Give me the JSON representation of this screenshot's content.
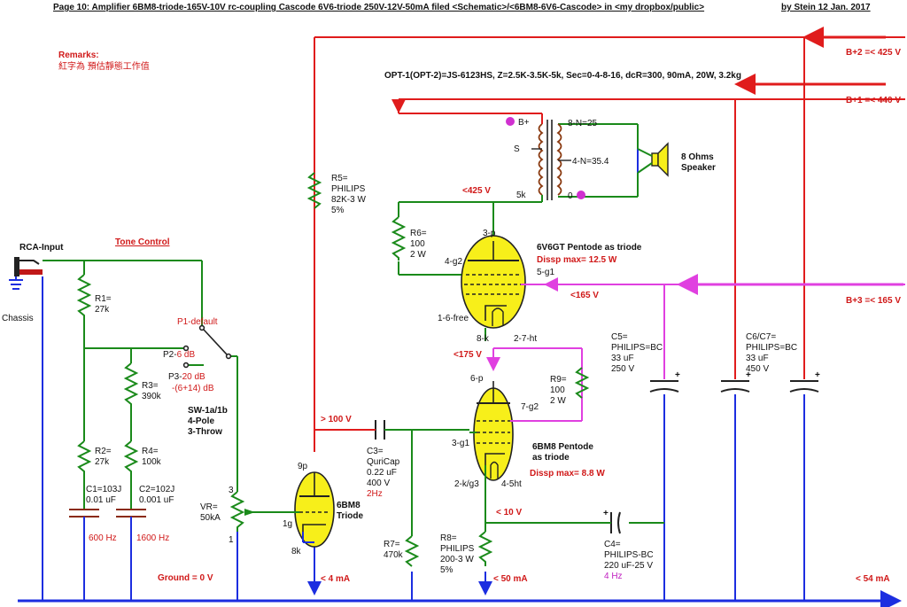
{
  "header": {
    "title": "Page 10: Amplifier 6BM8-triode-165V-10V rc-coupling Cascode 6V6-triode 250V-12V-50mA   filed <Schematic>/<6BM8-6V6-Cascode> in <my dropbox/public>",
    "author": "by Stein   12 Jan.  2017"
  },
  "remarks": {
    "title": "Remarks:",
    "text": "紅字為 預估靜態工作值"
  },
  "supplies": {
    "b2": "B+2 =< 425 V",
    "b1": "B+1 =< 440 V",
    "b3": "B+3 =< 165 V"
  },
  "opt": {
    "spec": "OPT-1(OPT-2)=JS-6123HS, Z=2.5K-3.5K-5k, Sec=0-4-8-16, dcR=300, 90mA, 20W, 3.2kg",
    "b_plus": "B+",
    "s": "S",
    "five_k": "5k",
    "n8": "8-N=25",
    "n4": "4-N=35.4",
    "zero": "0"
  },
  "speaker": {
    "line1": "8 Ohms",
    "line2": "Speaker"
  },
  "input": {
    "rca": "RCA-Input",
    "chassis": "Chassis"
  },
  "tone": {
    "title": "Tone Control",
    "p1": "P1-",
    "p1v": "default",
    "p2": "P2-",
    "p2v": "6 dB",
    "p3": "P3-",
    "p3v": "20 dB",
    "p3v2": "-(6+14) dB",
    "sw1": "SW-1a/1b",
    "sw2": "4-Pole",
    "sw3": "3-Throw"
  },
  "components": {
    "r1a": "R1=",
    "r1b": "27k",
    "r2a": "R2=",
    "r2b": "27k",
    "r3a": "R3=",
    "r3b": "390k",
    "r4a": "R4=",
    "r4b": "100k",
    "c1a": "C1=103J",
    "c1b": "0.01 uF",
    "c1f": "600 Hz",
    "c2a": "C2=102J",
    "c2b": "0.001 uF",
    "c2f": "1600 Hz",
    "vra": "VR=",
    "vrb": "50kA",
    "vr3": "3",
    "vr1": "1",
    "r5a": "R5=",
    "r5b": "PHILIPS",
    "r5c": "82K-3 W",
    "r5d": "5%",
    "r6a": "R6=",
    "r6b": "100",
    "r6c": "2 W",
    "r7a": "R7=",
    "r7b": "470k",
    "r8a": "R8=",
    "r8b": "PHILIPS",
    "r8c": "200-3 W",
    "r8d": "5%",
    "r9a": "R9=",
    "r9b": "100",
    "r9c": "2 W",
    "c3a": "C3=",
    "c3b": "QuriCap",
    "c3c": "0.22 uF",
    "c3d": "400 V",
    "c3f": "2Hz",
    "c4a": "C4=",
    "c4b": "PHILIPS-BC",
    "c4c": "220 uF-25 V",
    "c4f": "4 Hz",
    "c5a": "C5=",
    "c5b": "PHILIPS=BC",
    "c5c": "33 uF",
    "c5d": "250 V",
    "c67a": "C6/C7=",
    "c67b": "PHILIPS=BC",
    "c67c": "33 uF",
    "c67d": "450 V"
  },
  "tubes": {
    "v6v6_title": "6V6GT Pentode as triode",
    "v6v6_diss": "Dissp max= 12.5 W",
    "v6v6_3p": "3-p",
    "v6v6_4g2": "4-g2",
    "v6v6_5g1": "5-g1",
    "v6v6_16": "1-6-free",
    "v6v6_8k": "8-k",
    "v6v6_27": "2-7-ht",
    "bm8p_title1": "6BM8 Pentode",
    "bm8p_title2": "as triode",
    "bm8p_diss": "Dissp max= 8.8 W",
    "bm8p_6p": "6-p",
    "bm8p_7g2": "7-g2",
    "bm8p_3g1": "3-g1",
    "bm8p_2k": "2-k/g3",
    "bm8p_45": "4-5ht",
    "bm8t_title1": "6BM8",
    "bm8t_title2": "Triode",
    "bm8t_9p": "9p",
    "bm8t_1g": "1g",
    "bm8t_8k": "8k"
  },
  "voltages": {
    "v425": "<425 V",
    "v165": "<165 V",
    "v175": "<175 V",
    "v100": "> 100 V",
    "v10": "< 10 V",
    "ground": "Ground = 0 V",
    "i4": "< 4 mA",
    "i50": "< 50 mA",
    "i54": "< 54 mA"
  },
  "colors": {
    "red": "#e01c1c",
    "green": "#1a8a1a",
    "blue": "#1c2ee0",
    "magenta": "#e040e0",
    "tube": "#f7ef1a"
  }
}
